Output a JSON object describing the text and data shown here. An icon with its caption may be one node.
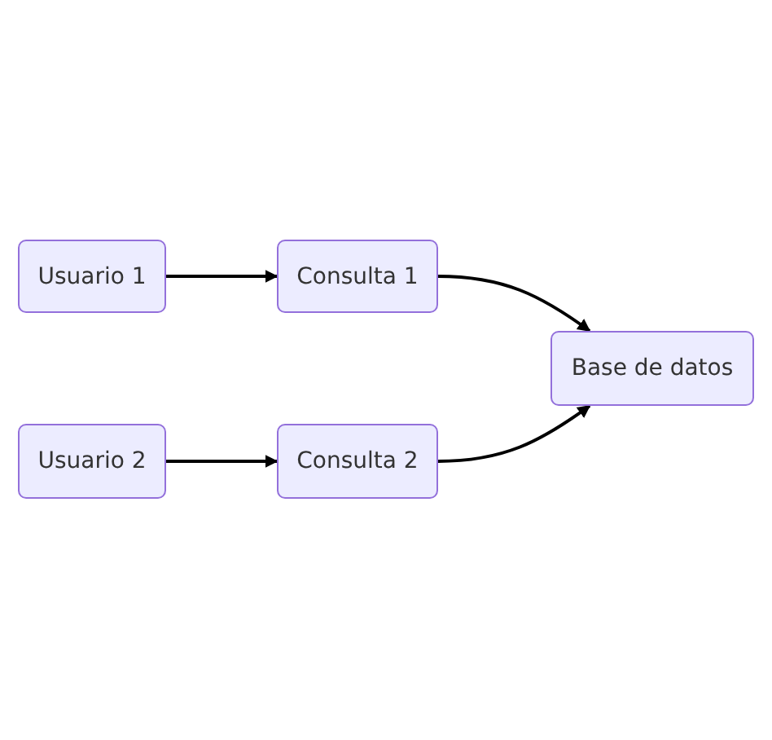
{
  "diagram": {
    "nodes": [
      {
        "text": [
          "Usuario 1"
        ]
      },
      {
        "text": [
          "Consulta 1"
        ]
      },
      {
        "text": [
          "Base de datos"
        ]
      },
      {
        "text": [
          "Usuario 2"
        ]
      },
      {
        "text": [
          "Consulta 2"
        ]
      }
    ],
    "edges": [
      {
        "from": 0,
        "to": 1,
        "arrow": "to"
      },
      {
        "from": 3,
        "to": 4,
        "arrow": "to"
      },
      {
        "from": 1,
        "to": 2,
        "arrow": "to"
      },
      {
        "from": 4,
        "to": 2,
        "arrow": "to"
      }
    ]
  }
}
